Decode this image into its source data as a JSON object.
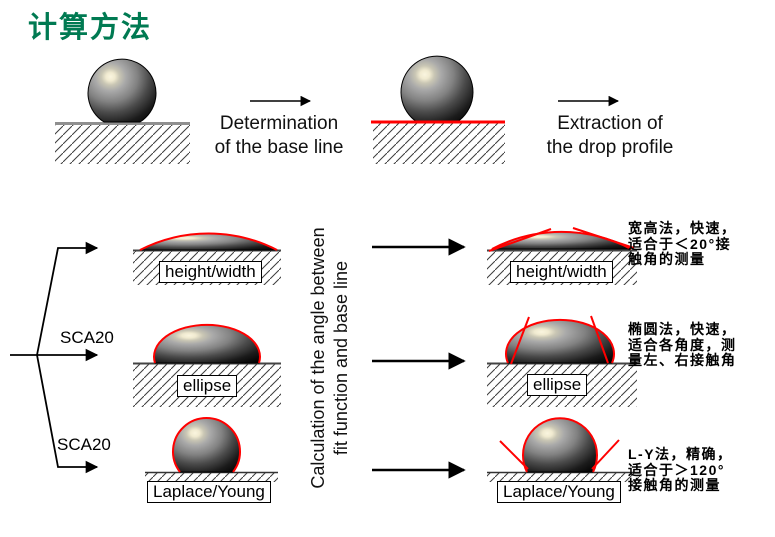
{
  "title": "计算方法",
  "colors": {
    "title_green": "#007A52",
    "fit_red": "#ff0000",
    "line_black": "#000000"
  },
  "top_flow": {
    "step1_line1": "Determination",
    "step1_line2": "of the base line",
    "step2_line1": "Extraction of",
    "step2_line2": "the drop profile"
  },
  "branch": {
    "sca20_top": "SCA20",
    "sca20_bottom": "SCA20"
  },
  "vertical_text": {
    "line1": "Calculation of the angle between",
    "line2": "fit function and base line"
  },
  "methods": [
    {
      "name": "height/width",
      "annotation": [
        "宽高法，快速，",
        "适合于＜20°接",
        "触角的测量"
      ]
    },
    {
      "name": "ellipse",
      "annotation": [
        "椭圆法，快速，",
        "适合各角度，测",
        "量左、右接触角"
      ]
    },
    {
      "name": "Laplace/Young",
      "annotation": [
        "L-Y法，精确，",
        "适合于＞120°",
        "接触角的测量"
      ]
    }
  ],
  "icons": {
    "drop": "sessile-drop-icon",
    "surface": "hatched-surface-icon",
    "arrow": "right-arrow-icon"
  }
}
